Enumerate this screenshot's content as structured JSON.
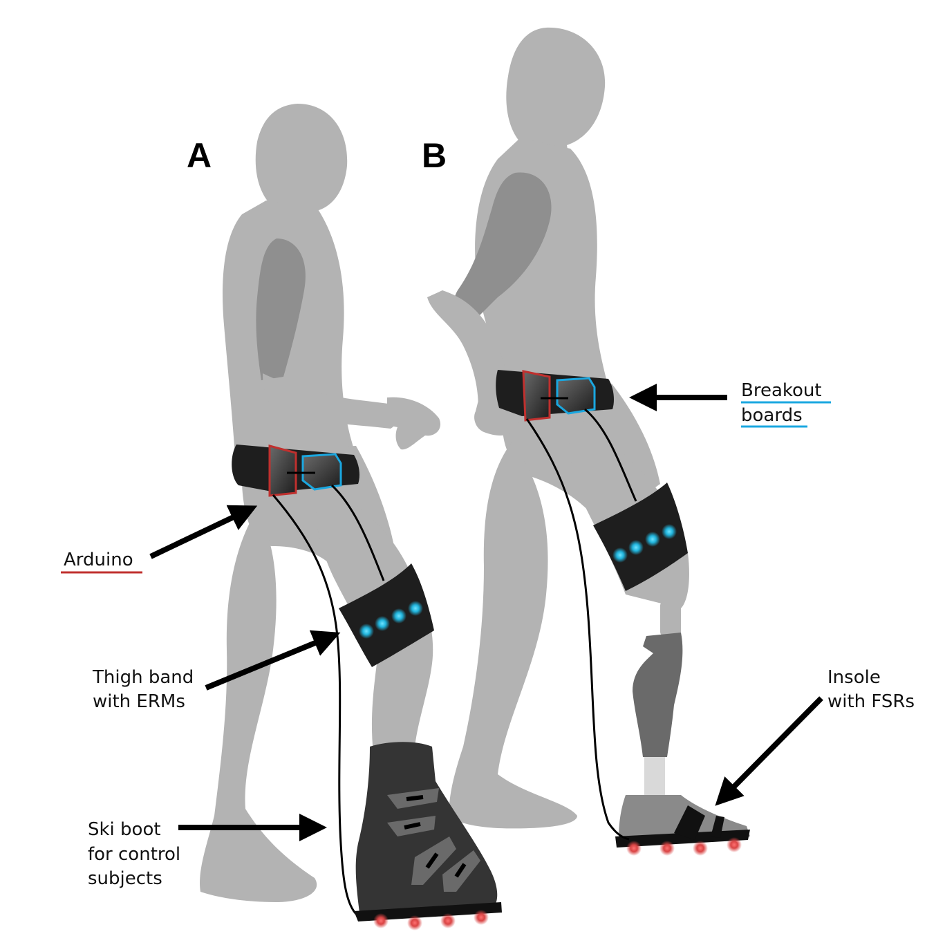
{
  "panels": {
    "a": "A",
    "b": "B"
  },
  "labels": {
    "breakout_line1": "Breakout",
    "breakout_line2": "boards",
    "arduino": "Arduino",
    "thigh_line1": "Thigh band",
    "thigh_line2": "with ERMs",
    "ski_line1": "Ski boot",
    "ski_line2": "for control",
    "ski_line3": "subjects",
    "insole_line1": "Insole",
    "insole_line2": "with FSRs"
  },
  "colors": {
    "body": "#b3b3b3",
    "limb_shadow": "#8f8f8f",
    "band": "#1e1e1e",
    "arduino": "#c0302e",
    "breakout": "#1aa7e0",
    "erm_led": "#21b4dc",
    "fsr_led": "#e05a5a",
    "boot": "#343434",
    "prosthesis": "#6a6a6a"
  }
}
